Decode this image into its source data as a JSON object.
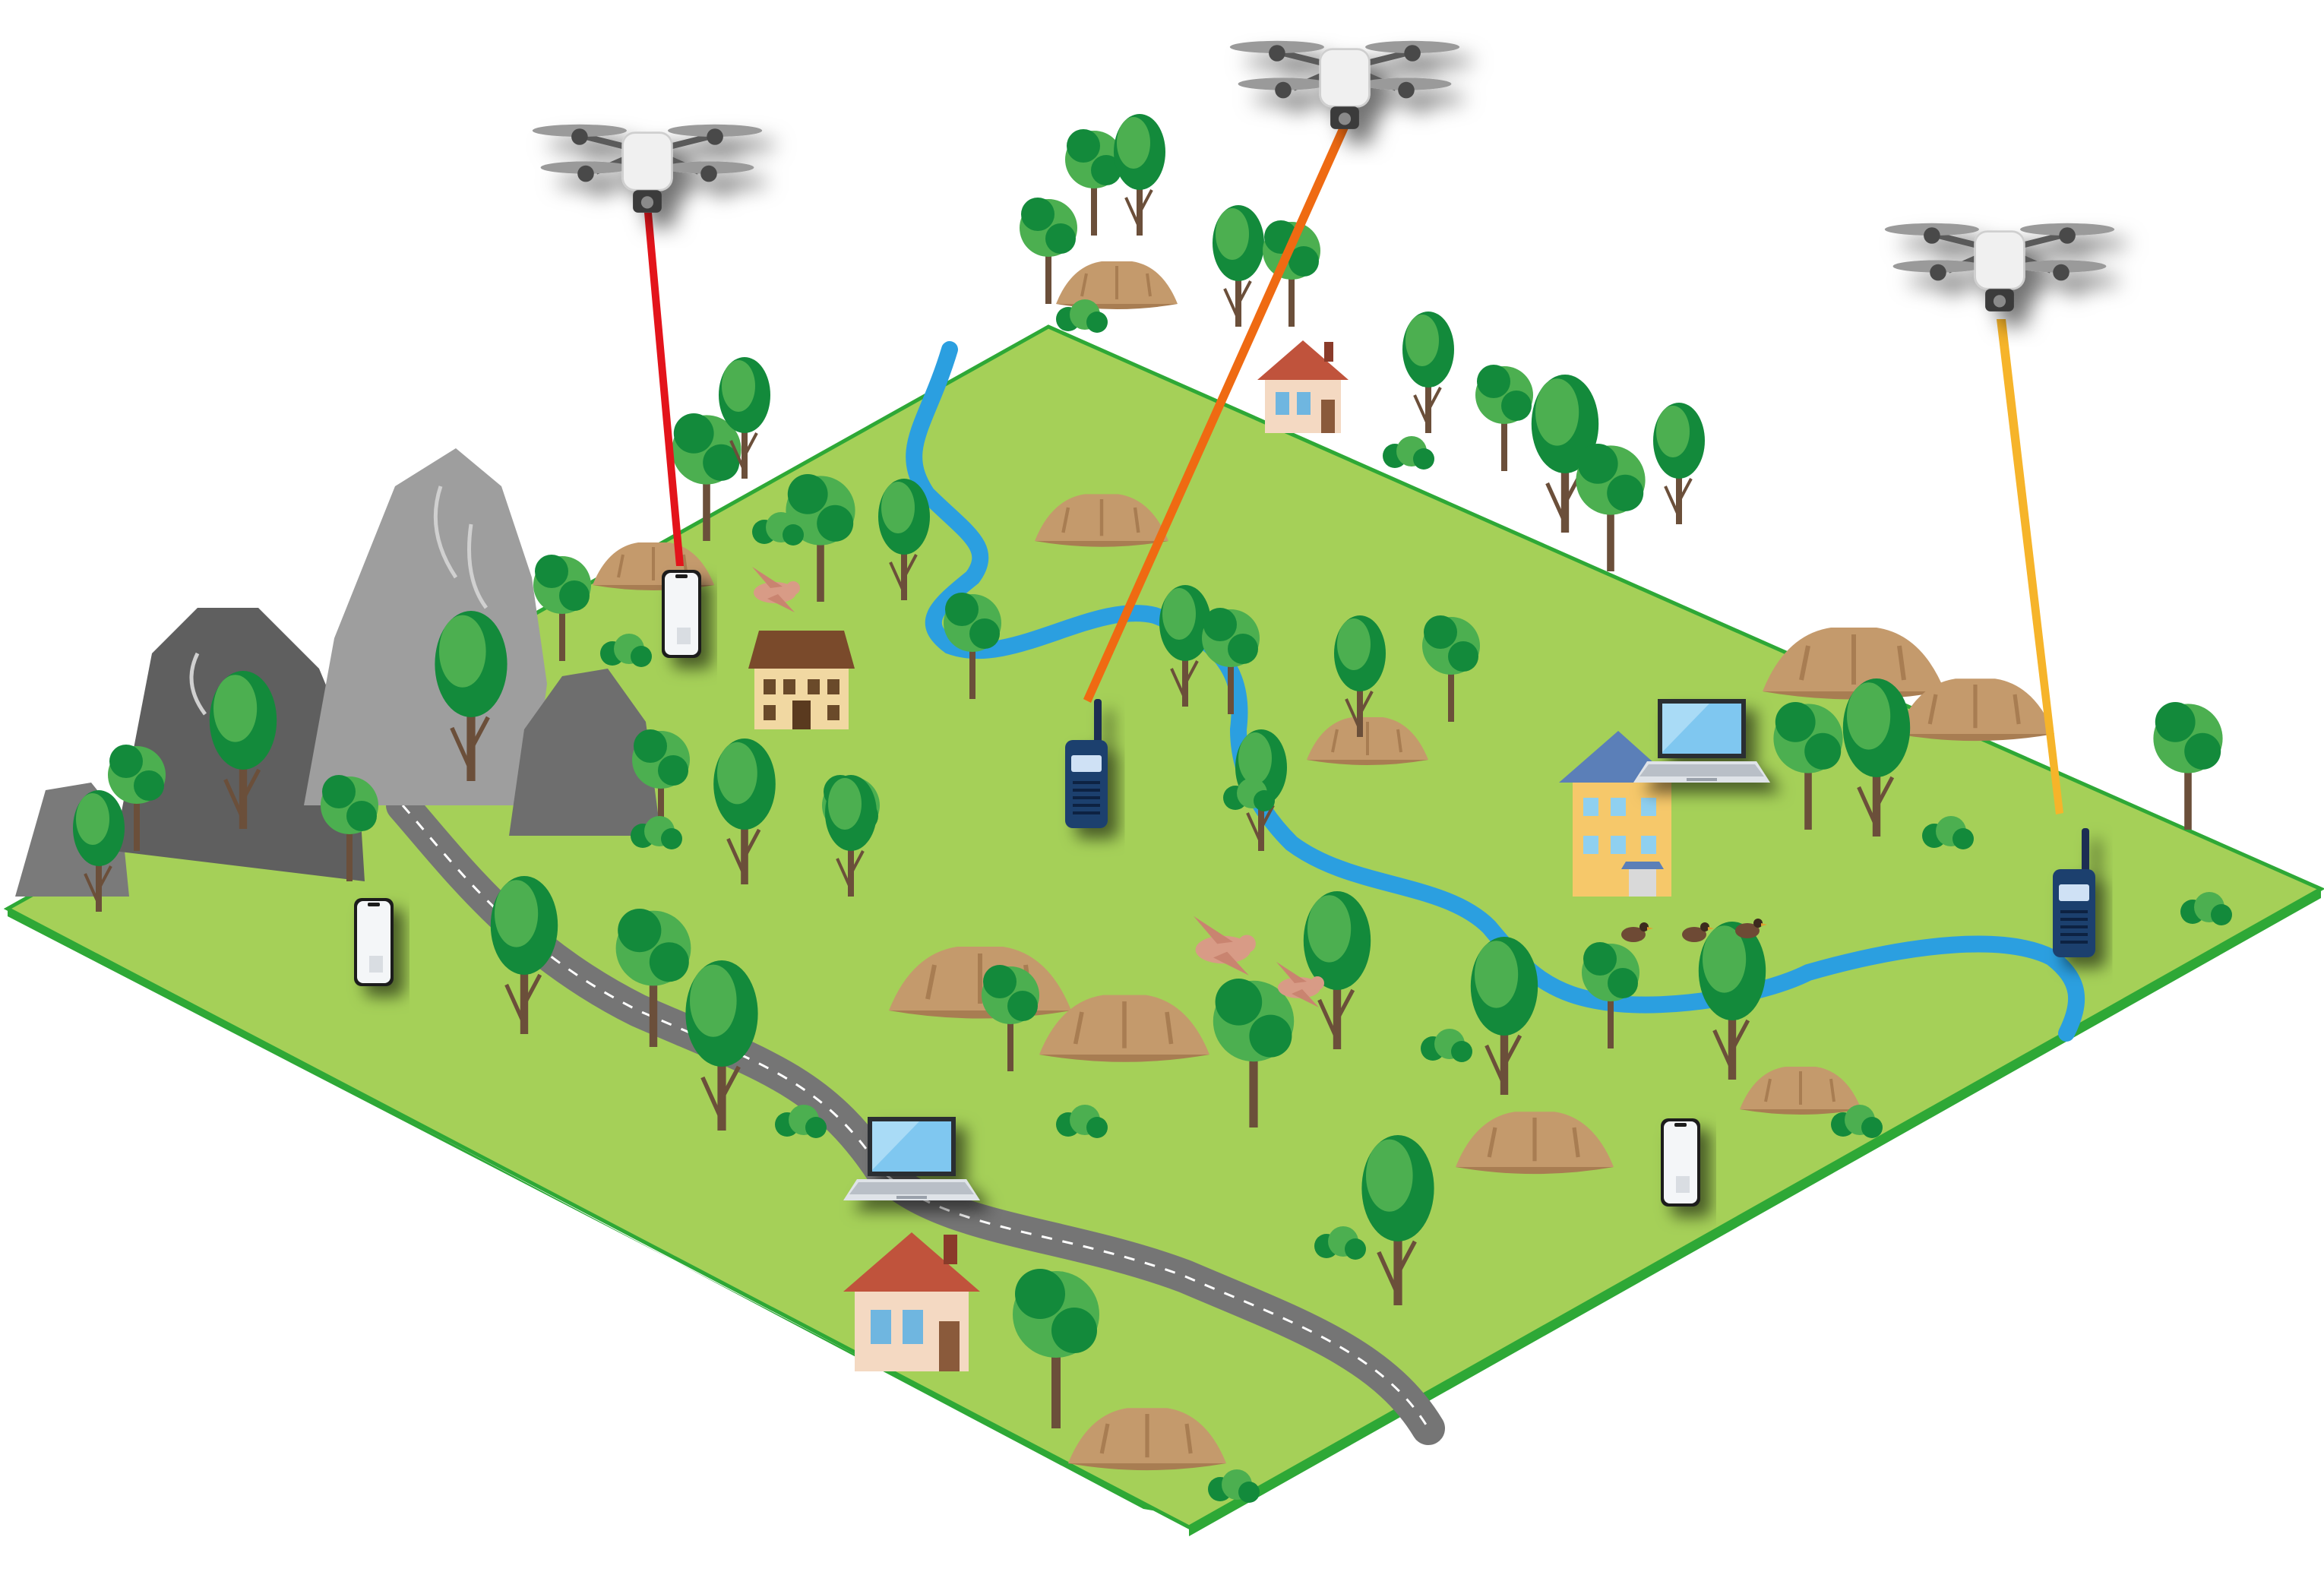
{
  "scene": {
    "colors": {
      "ground": "#a5d058",
      "ground_edge": "#2ea836",
      "river": "#2b9fe0",
      "road": "#757575",
      "road_mark": "#ffffff",
      "mound": "#c49a6c",
      "rock_light": "#9e9e9e",
      "rock_dark": "#5f5f5f",
      "tree_light": "#4caf50",
      "tree_dark": "#138a3b",
      "trunk": "#6b4f3a",
      "link_red": "#e3141b",
      "link_orange": "#ef6a12",
      "link_yellow": "#f6b42a",
      "drone_body": "#f0f0f0",
      "radio_body": "#1f3f6e"
    },
    "drones": [
      {
        "id": "drone-left",
        "link_color": "#e3141b",
        "target": "phone-top"
      },
      {
        "id": "drone-center",
        "link_color": "#ef6a12",
        "target": "radio-center"
      },
      {
        "id": "drone-right",
        "link_color": "#f6b42a",
        "target": "radio-right"
      }
    ],
    "devices": {
      "phones": 3,
      "laptops": 2,
      "radios": 2
    },
    "houses": 4,
    "icons": [
      "drone-icon",
      "smartphone-icon",
      "laptop-icon",
      "walkie-talkie-icon",
      "house-icon",
      "bird-icon",
      "duck-icon",
      "tree-icon",
      "rock-icon",
      "mound-icon"
    ]
  }
}
